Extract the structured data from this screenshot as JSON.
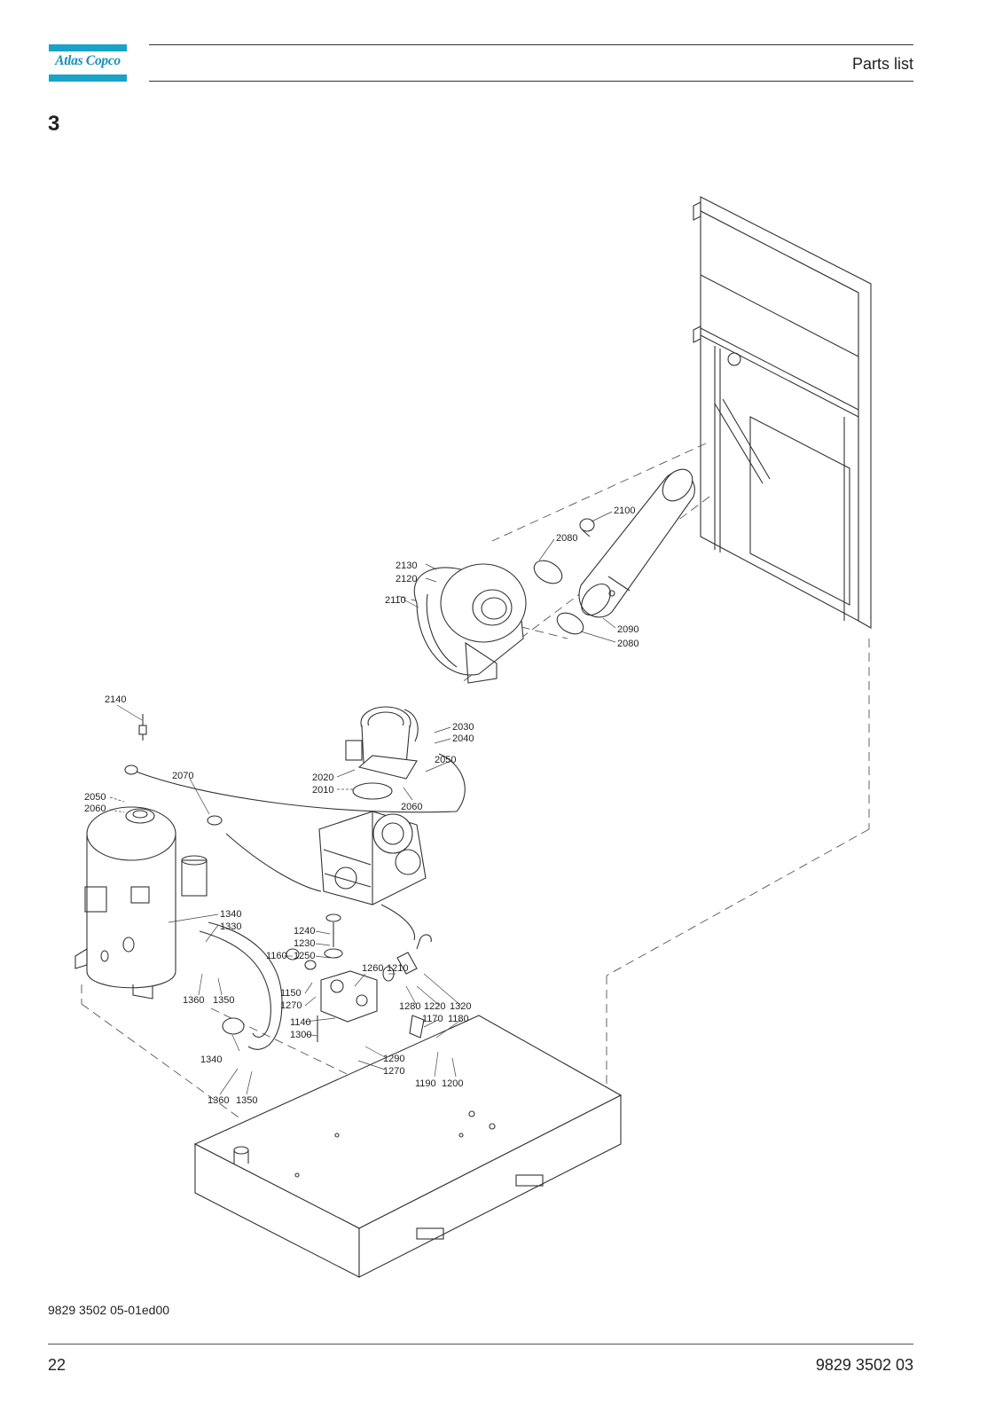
{
  "header": {
    "logo_text": "Atlas Copco",
    "title": "Parts list"
  },
  "section_number": "3",
  "callouts": [
    "2100",
    "2080",
    "2130",
    "2120",
    "2110",
    "2090",
    "2080",
    "2140",
    "2030",
    "2040",
    "2050",
    "2070",
    "2020",
    "2010",
    "2060",
    "2050",
    "2060",
    "1340",
    "1330",
    "1240",
    "1230",
    "1250",
    "1160",
    "1260",
    "1210",
    "1150",
    "1270",
    "1360",
    "1350",
    "1280",
    "1220",
    "1320",
    "1140",
    "1170",
    "1180",
    "1300",
    "1340",
    "1290",
    "1270",
    "1190",
    "1200",
    "1360",
    "1350"
  ],
  "footer": {
    "doc_code": "9829 3502 05-01ed00",
    "page_number": "22",
    "publication_number": "9829 3502 03"
  },
  "colors": {
    "brand": "#1aa3c8"
  }
}
